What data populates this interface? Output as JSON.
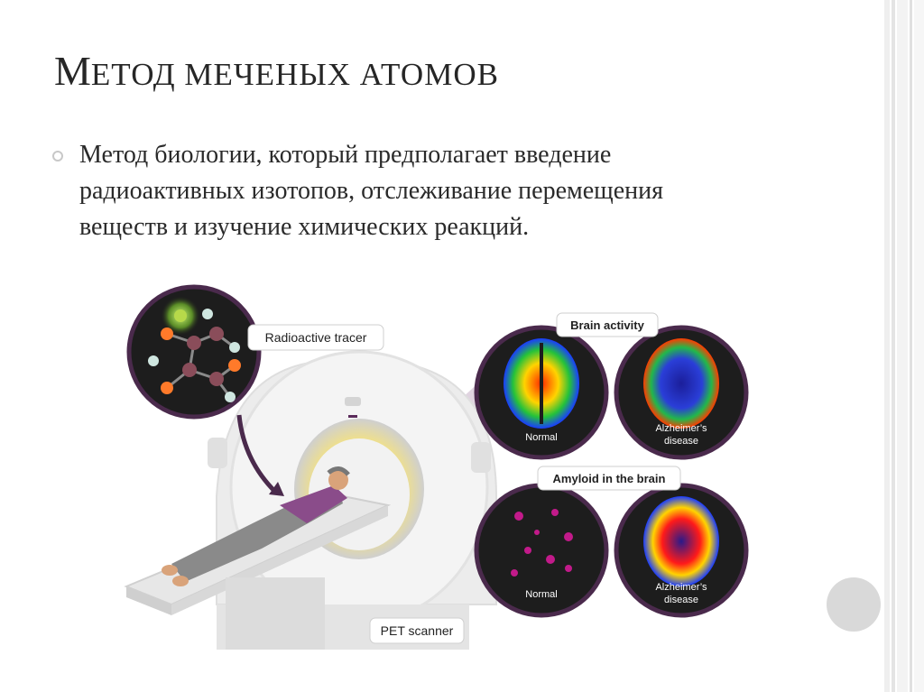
{
  "slide": {
    "title_first": "М",
    "title_rest": "ЕТОД МЕЧЕНЫХ АТОМОВ",
    "bullet": "Метод биологии, который предполагает введение радиоактивных изотопов, отслеживание перемещения веществ и изучение химических реакций."
  },
  "figure": {
    "tracer_label": "Radioactive tracer",
    "scanner_label": "PET scanner",
    "brain_activity_label": "Brain activity",
    "amyloid_label": "Amyloid in the brain",
    "normal_label": "Normal",
    "alz_line1": "Alzheimer’s",
    "alz_line2": "disease"
  },
  "colors": {
    "title": "#262626",
    "text": "#2a2a2a",
    "circle_border": "#4a2a4c",
    "bullet": "#c8c8c8"
  }
}
